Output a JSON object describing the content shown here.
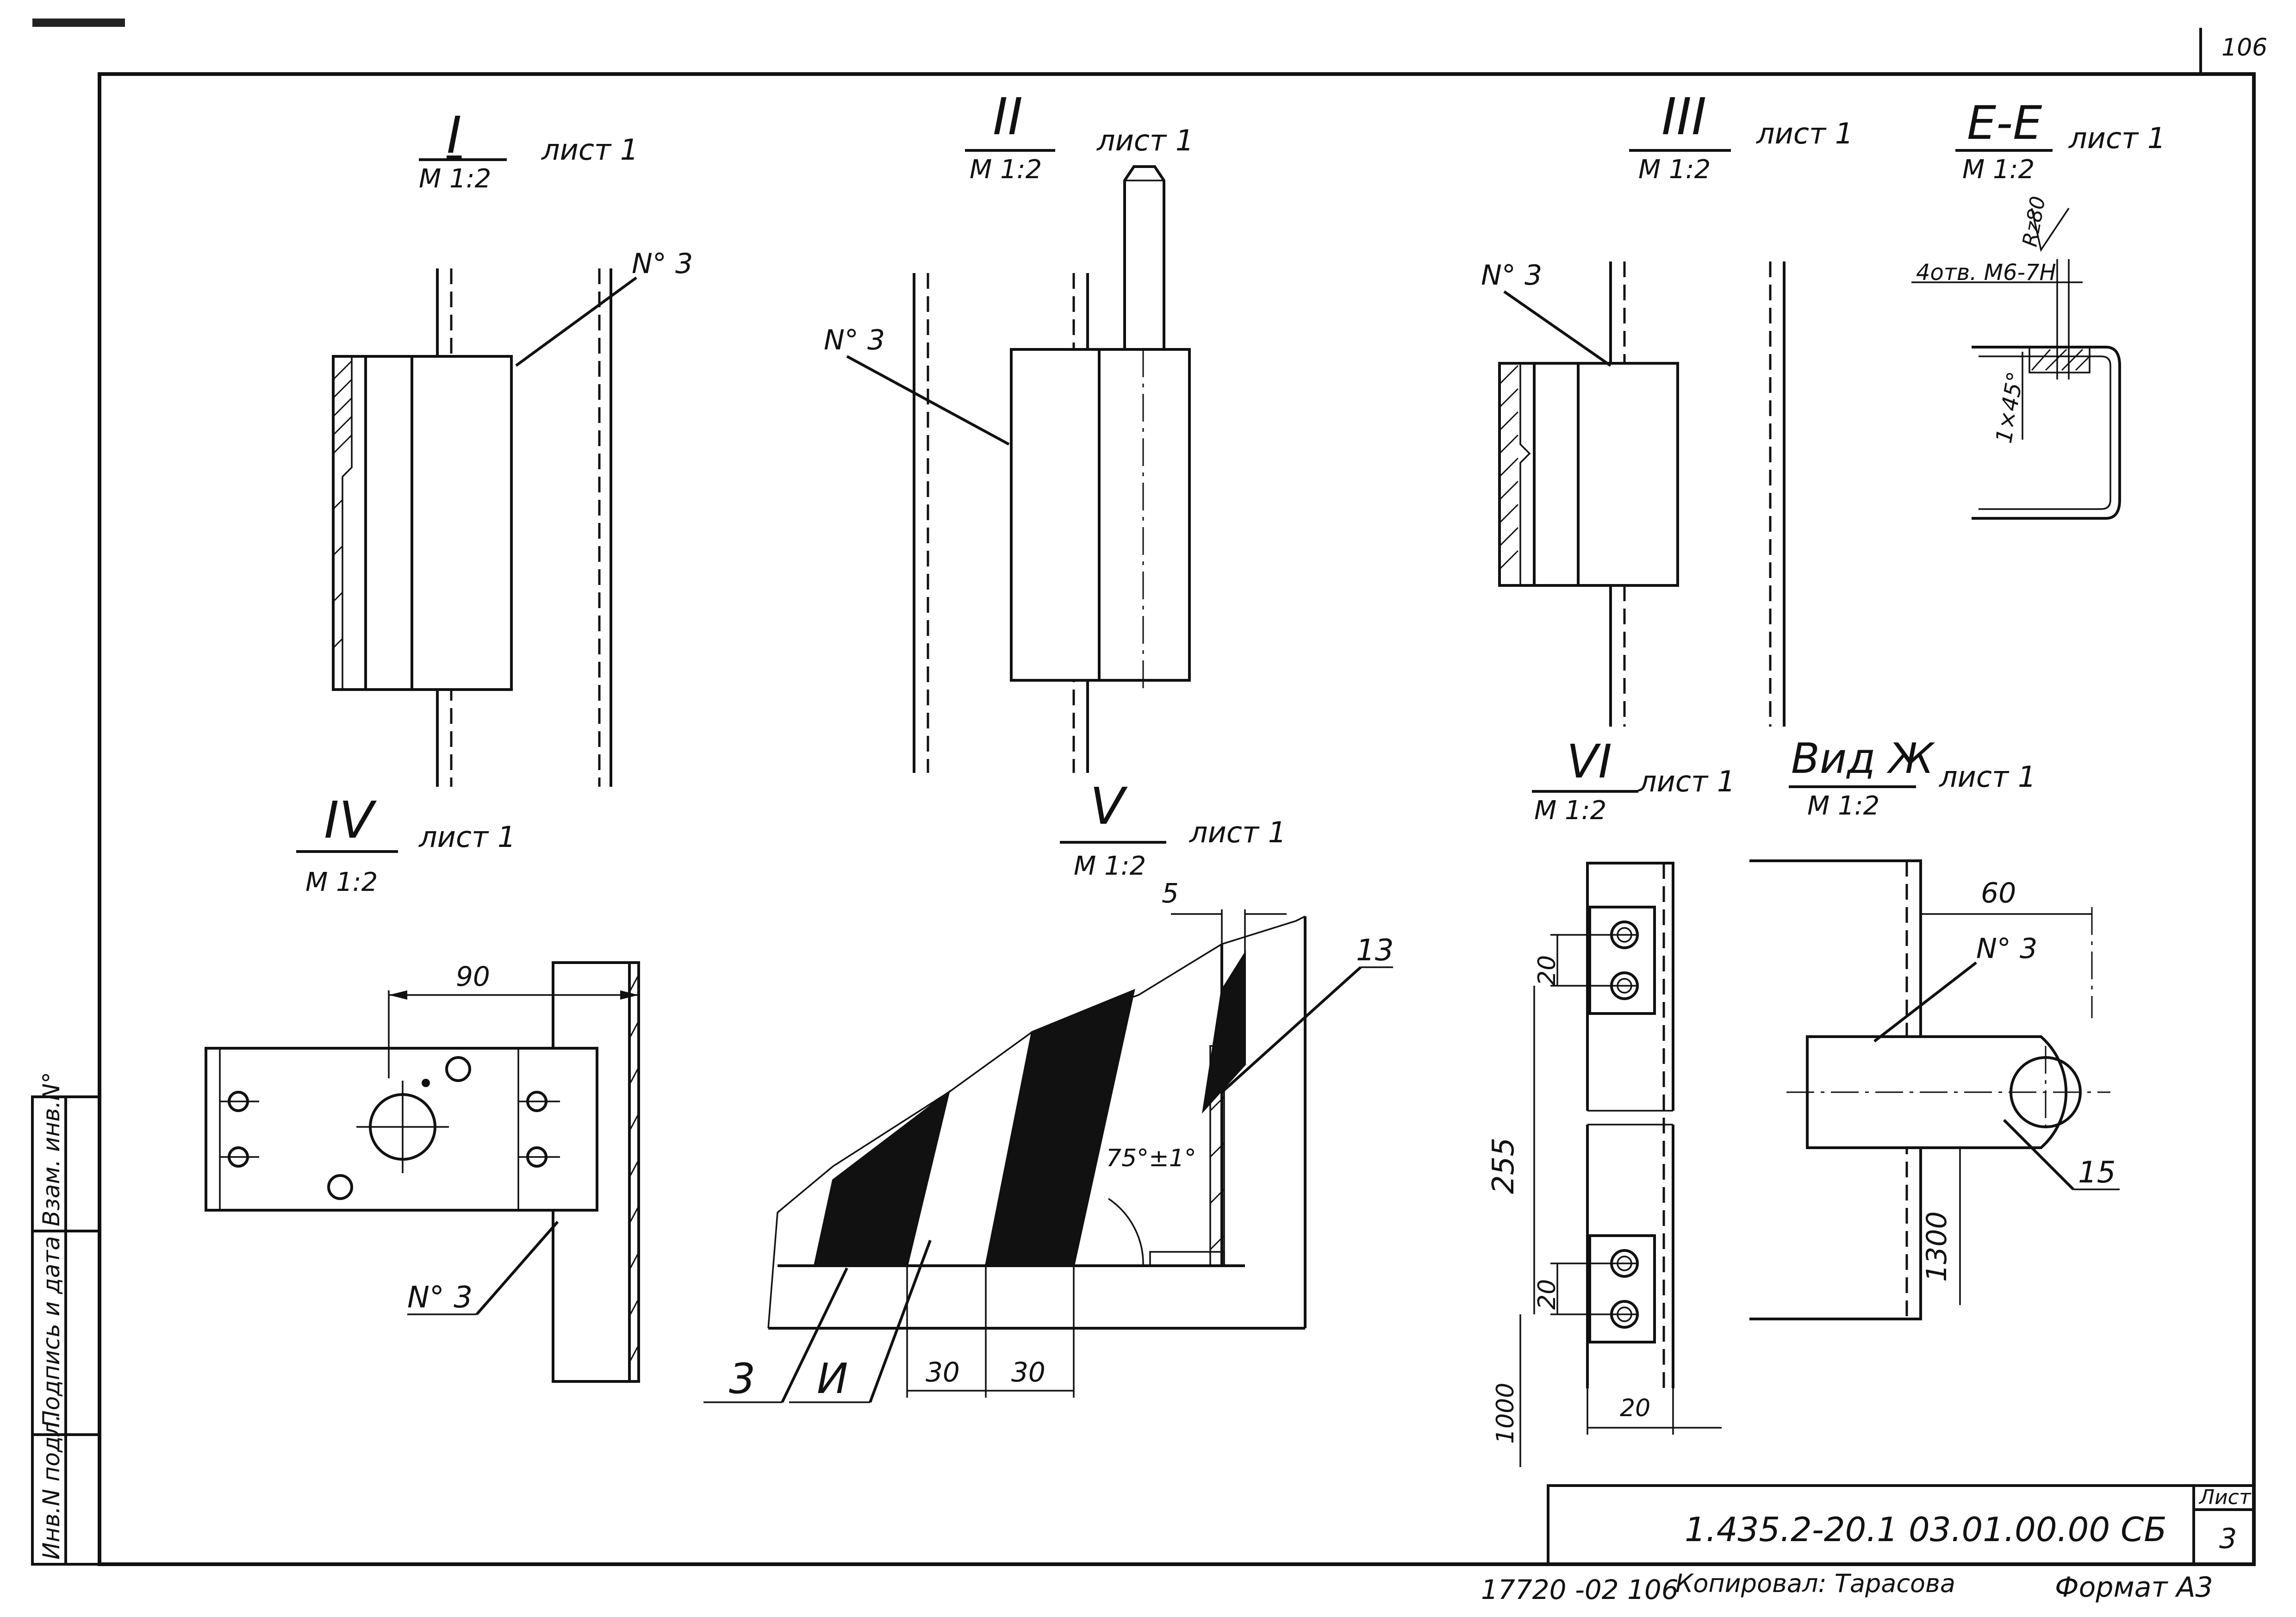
{
  "sheet": {
    "page_number": "106",
    "doc_code": "1.435.2-20.1 03.01.00.00 СБ",
    "sheet_label": "Лист",
    "sheet_number": "3",
    "copied_by": "Копировал: Тарасова",
    "format": "Формат А3",
    "archive_number": "17720 -02 106"
  },
  "side_stamp": {
    "inv_orig": "Инв.N подл.",
    "sign_date": "Подпись и дата",
    "replace_inv": "Взам. инв.N°"
  },
  "views": {
    "v1": {
      "title": "I",
      "scale": "М 1:2",
      "ref": "лист 1",
      "callout": "N° 3"
    },
    "v2": {
      "title": "II",
      "scale": "М 1:2",
      "ref": "лист 1",
      "callout": "N° 3"
    },
    "v3": {
      "title": "III",
      "scale": "М 1:2",
      "ref": "лист 1",
      "callout": "N° 3"
    },
    "ee": {
      "title": "Е-Е",
      "scale": "М 1:2",
      "ref": "лист 1",
      "rough": "Rz80",
      "holes": "4отв. М6-7Н",
      "chamfer": "1×45°"
    },
    "v4": {
      "title": "IV",
      "scale": "М 1:2",
      "ref": "лист 1",
      "dim": "90",
      "callout": "N° 3"
    },
    "v5": {
      "title": "V",
      "scale": "М 1:2",
      "ref": "лист 1",
      "dim_top": "5",
      "label_13": "13",
      "angle": "75°±1°",
      "dim_a": "30",
      "dim_b": "30",
      "label_3": "3",
      "label_i": "И"
    },
    "v6": {
      "title": "VI",
      "scale": "М 1:2",
      "ref": "лист 1",
      "dim_20a": "20",
      "dim_255": "255",
      "dim_20b": "20",
      "dim_1000": "1000",
      "dim_20c": "20"
    },
    "vzh": {
      "title": "Вид Ж",
      "scale": "М 1:2",
      "ref": "лист 1",
      "dim_60": "60",
      "callout": "N° 3",
      "dim_1300": "1300",
      "label_15": "15"
    }
  }
}
